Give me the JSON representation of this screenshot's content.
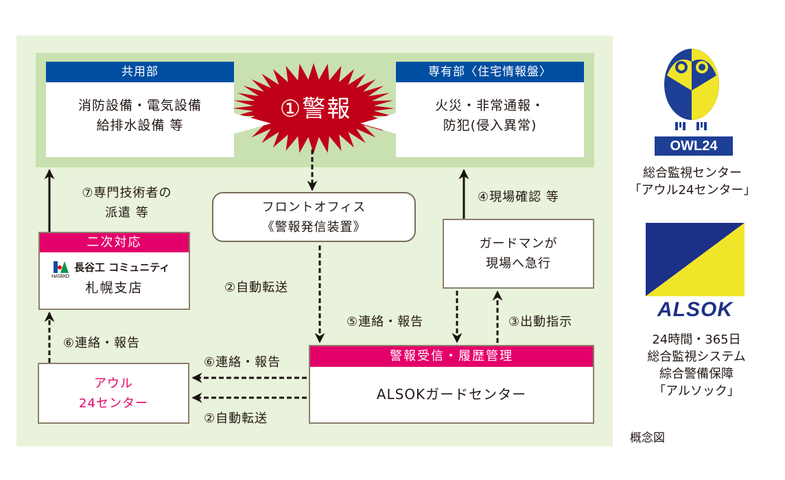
{
  "diagram": {
    "caption": "概念図",
    "alarm": {
      "label": "①警報",
      "color": "#c00018"
    },
    "common_area": {
      "header": "共用部",
      "lines": [
        "消防設備・電気設備",
        "給排水設備 等"
      ]
    },
    "private_area": {
      "header": "専有部〈住宅情報盤〉",
      "lines": [
        "火災・非常通報・",
        "防犯(侵入異常)"
      ]
    },
    "front_office": {
      "lines": [
        "フロントオフィス",
        "《警報発信装置》"
      ]
    },
    "guard_dispatch": {
      "lines": [
        "ガードマンが",
        "現場へ急行"
      ]
    },
    "secondary_response": {
      "header": "二次対応",
      "company_logo_text": "長谷工 コミュニティ",
      "company_logo_sub": "HASEKO",
      "branch": "札幌支店"
    },
    "owl_center": {
      "lines": [
        "アウル",
        "24センター"
      ],
      "text_color": "#e4006a"
    },
    "alsok_center": {
      "header": "警報受信・履歴管理",
      "body": "ALSOKガードセンター"
    },
    "flows": {
      "step2_front": "②自動転送",
      "step2_owl": "②自動転送",
      "step3": "③出動指示",
      "step4": "④現場確認 等",
      "step5": "⑤連絡・報告",
      "step6_owl": "⑥連絡・報告",
      "step6_haseko": "⑥連絡・報告",
      "step7_lines": [
        "⑦専門技術者の",
        "派遣 等"
      ]
    },
    "colors": {
      "header_blue": "#004ea2",
      "header_pink": "#e4006a",
      "panel_outer": "#e9f2da",
      "panel_inner": "#c9e0b0",
      "alarm_red": "#c00018"
    }
  },
  "logos": {
    "owl24": {
      "badge_text": "OWL24",
      "caption_lines": [
        "総合監視センター",
        "「アウル24センター」"
      ]
    },
    "alsok": {
      "wordmark": "ALSOK",
      "caption_lines": [
        "24時間・365日",
        "総合監視システム",
        "綜合警備保障",
        "「アルソック」"
      ]
    }
  }
}
